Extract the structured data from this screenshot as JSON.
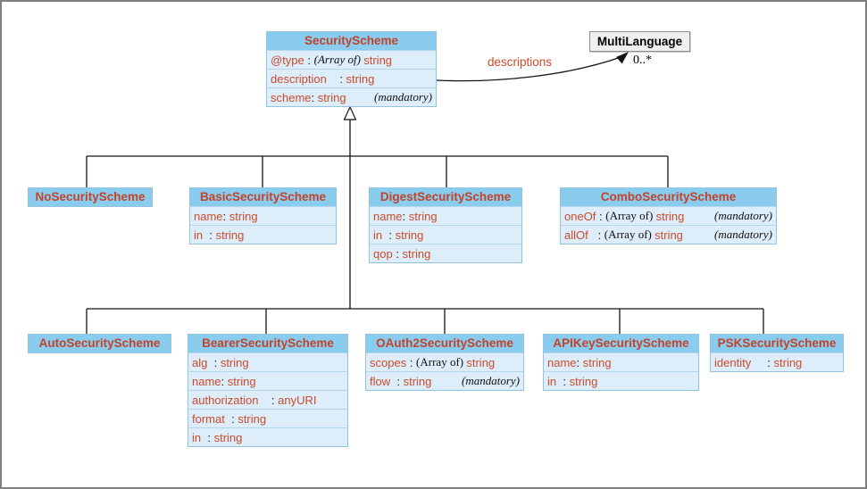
{
  "colors": {
    "class_header_fill": "#8accee",
    "class_row_fill": "#ddedfa",
    "class_border": "#94c3de",
    "accent_text": "#cb4b2b",
    "neutral_box_fill": "#efefef",
    "neutral_box_border": "#8c8c8c",
    "line": "#141414",
    "canvas_border": "#7f7f7f"
  },
  "relation": {
    "label": "descriptions",
    "multiplicity": "0..*"
  },
  "classes": {
    "security": {
      "name": "SecurityScheme",
      "attrs": [
        {
          "name": "@type",
          "sep": " : ",
          "array_i": "(Array of) ",
          "type": "string"
        },
        {
          "name": "description",
          "sep": "    : ",
          "type": "string"
        },
        {
          "name": "scheme",
          "sep": ": ",
          "type": "string",
          "mand": "(mandatory)"
        }
      ]
    },
    "multilanguage": {
      "name": "MultiLanguage"
    },
    "nosec": {
      "name": "NoSecurityScheme"
    },
    "basic": {
      "name": "BasicSecurityScheme",
      "attrs": [
        {
          "name": "name",
          "sep": ": ",
          "type": "string"
        },
        {
          "name": "in",
          "sep": "  : ",
          "type": "string"
        }
      ]
    },
    "digest": {
      "name": "DigestSecurityScheme",
      "attrs": [
        {
          "name": "name",
          "sep": ": ",
          "type": "string"
        },
        {
          "name": "in",
          "sep": "  : ",
          "type": "string"
        },
        {
          "name": "qop",
          "sep": " : ",
          "type": "string"
        }
      ]
    },
    "combo": {
      "name": "ComboSecurityScheme",
      "attrs": [
        {
          "name": "oneOf",
          "sep": " : ",
          "array_r": "(Array of) ",
          "type": "string",
          "mand": "(mandatory)"
        },
        {
          "name": "allOf",
          "sep": "   : ",
          "array_r": "(Array of) ",
          "type": "string",
          "mand": "(mandatory)"
        }
      ]
    },
    "auto": {
      "name": "AutoSecurityScheme"
    },
    "bearer": {
      "name": "BearerSecurityScheme",
      "attrs": [
        {
          "name": "alg",
          "sep": "  : ",
          "type": "string"
        },
        {
          "name": "name",
          "sep": ": ",
          "type": "string"
        },
        {
          "name": "authorization",
          "sep": "    : ",
          "type": "anyURI"
        },
        {
          "name": "format",
          "sep": "  : ",
          "type": "string"
        },
        {
          "name": "in",
          "sep": "  : ",
          "type": "string"
        }
      ]
    },
    "oauth2": {
      "name": "OAuth2SecurityScheme",
      "attrs": [
        {
          "name": "scopes",
          "sep": " : ",
          "array_r": "(Array of) ",
          "type": "string"
        },
        {
          "name": "flow",
          "sep": "  : ",
          "type": "string",
          "mand": "(mandatory)"
        }
      ]
    },
    "apikey": {
      "name": "APIKeySecurityScheme",
      "attrs": [
        {
          "name": "name",
          "sep": ": ",
          "type": "string"
        },
        {
          "name": "in",
          "sep": "  : ",
          "type": "string"
        }
      ]
    },
    "psk": {
      "name": "PSKSecurityScheme",
      "attrs": [
        {
          "name": "identity",
          "sep": "     : ",
          "type": "string"
        }
      ]
    }
  }
}
